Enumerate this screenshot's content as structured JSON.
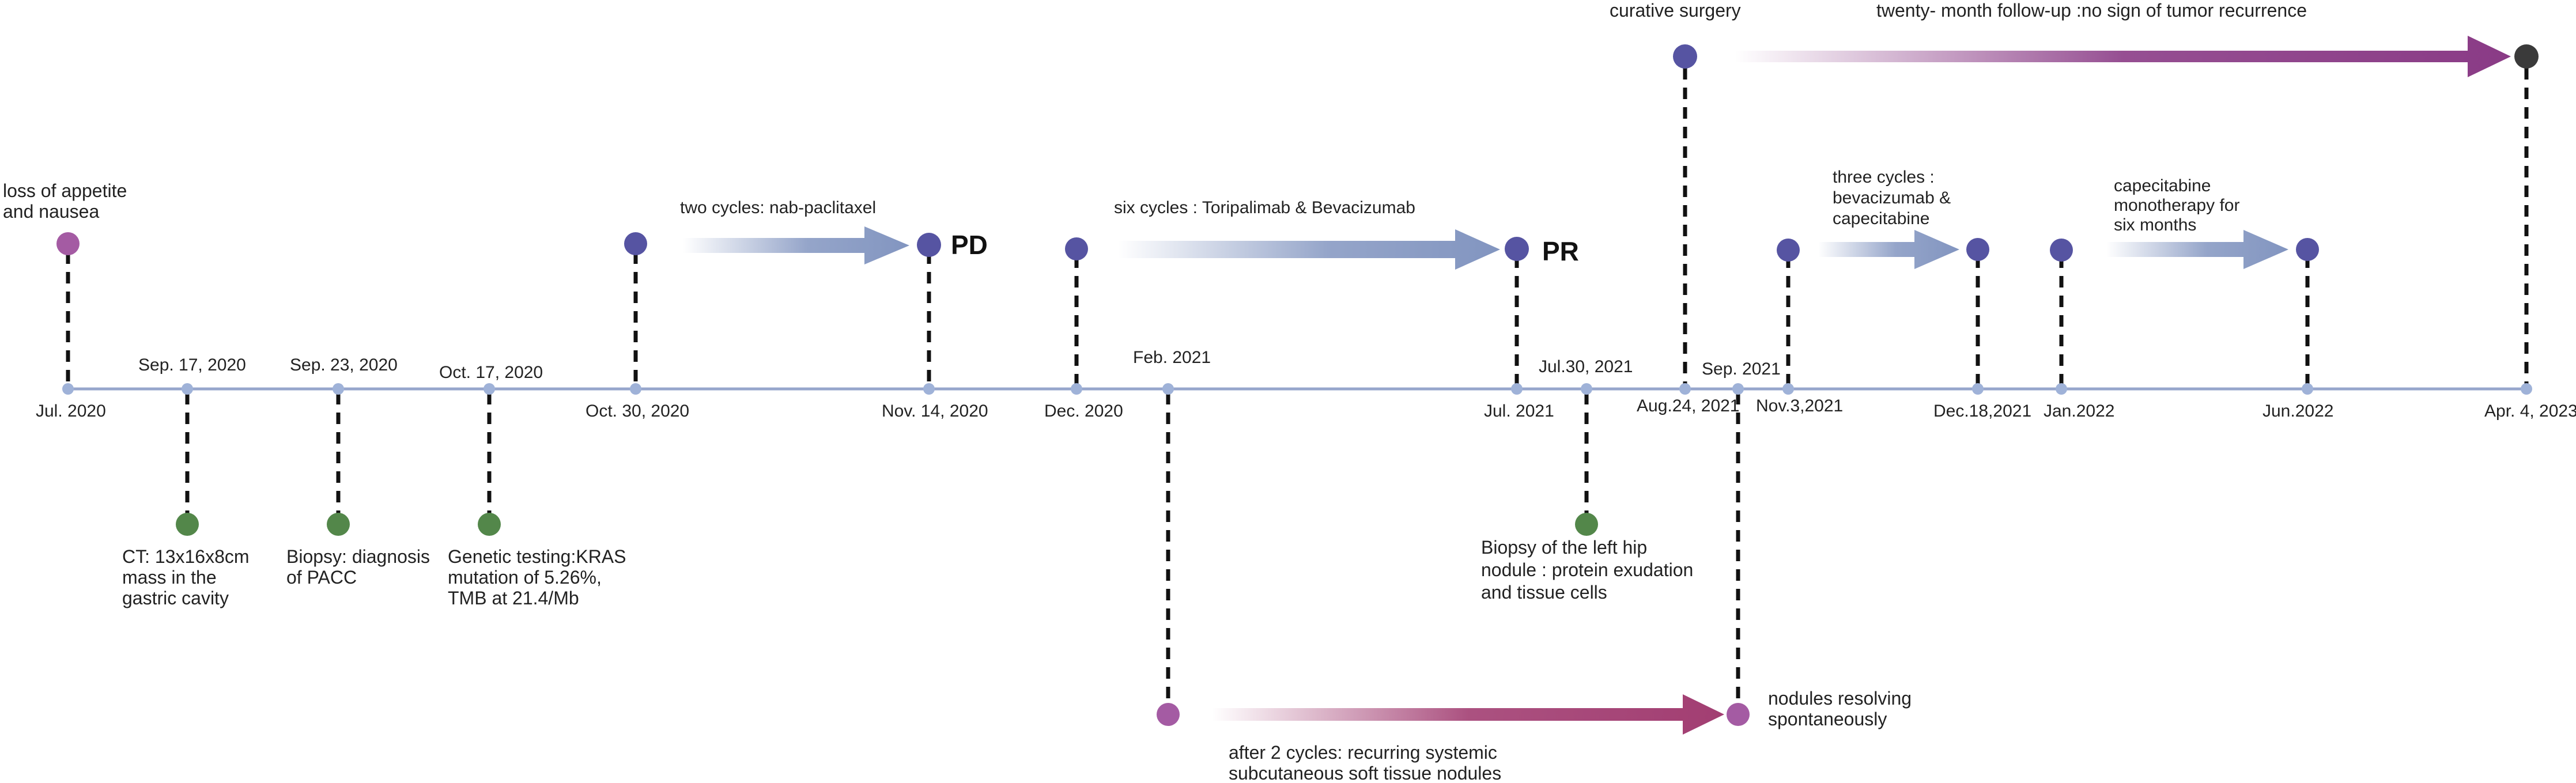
{
  "colors": {
    "axis": "#97A6CC",
    "tick": "#9FB2D8",
    "node_blue": "#5654A2",
    "node_pink": "#A45BA3",
    "node_green": "#53874A",
    "node_dark": "#3A3A3A",
    "arrow_blue": "#8295C0",
    "arrow_purple": "#8A3B86",
    "arrow_magenta": "#A23E72",
    "connector": "#111111"
  },
  "dates": {
    "jul_2020": "Jul.  2020",
    "sep_17_2020": "Sep. 17, 2020",
    "sep_23_2020": "Sep. 23, 2020",
    "oct_17_2020": "Oct. 17,  2020",
    "oct_30_2020": "Oct. 30,  2020",
    "nov_14_2020": "Nov. 14,  2020",
    "dec_2020": "Dec.  2020",
    "feb_2021": "Feb. 2021",
    "jul_2021": "Jul. 2021",
    "jul_30_2021": "Jul.30, 2021",
    "aug_24_2021": "Aug.24,  2021",
    "sep_2021": "Sep.  2021",
    "nov_3_2021": "Nov.3,2021",
    "dec_18_2021": "Dec.18,2021",
    "jan_2022": "Jan.2022",
    "jun_2022": "Jun.2022",
    "apr_4_2023": "Apr. 4, 2023"
  },
  "events": {
    "loss_appetite": [
      "loss of appetite",
      "and nausea"
    ],
    "ct_scan": [
      "CT: 13x16x8cm",
      "mass in the",
      "gastric cavity"
    ],
    "biopsy_pacc": [
      "Biopsy: diagnosis",
      "of PACC"
    ],
    "genetic_testing": [
      "Genetic testing:KRAS",
      "mutation of 5.26%,",
      "TMB at 21.4/Mb"
    ],
    "biopsy_hip": [
      "Biopsy of  the left hip",
      "nodule : protein exudation",
      "and tissue cells"
    ],
    "nodules_recurring": [
      "after 2 cycles: recurring systemic",
      "subcutaneous soft tissue nodules"
    ],
    "nodules_resolving": [
      "nodules resolving",
      "spontaneously"
    ],
    "curative_surgery": "curative surgery",
    "follow_up": "twenty- month follow-up :no sign of tumor recurrence"
  },
  "treatments": {
    "nab_paclitaxel": "two cycles: nab-paclitaxel",
    "toripalimab": "six cycles :  Toripalimab & Bevacizumab",
    "bev_cape": [
      "three  cycles :",
      "bevacizumab &",
      "capecitabine"
    ],
    "cape_mono": [
      "capecitabine",
      "monotherapy for",
      "six months"
    ]
  },
  "outcomes": {
    "pd": "PD",
    "pr": "PR"
  }
}
